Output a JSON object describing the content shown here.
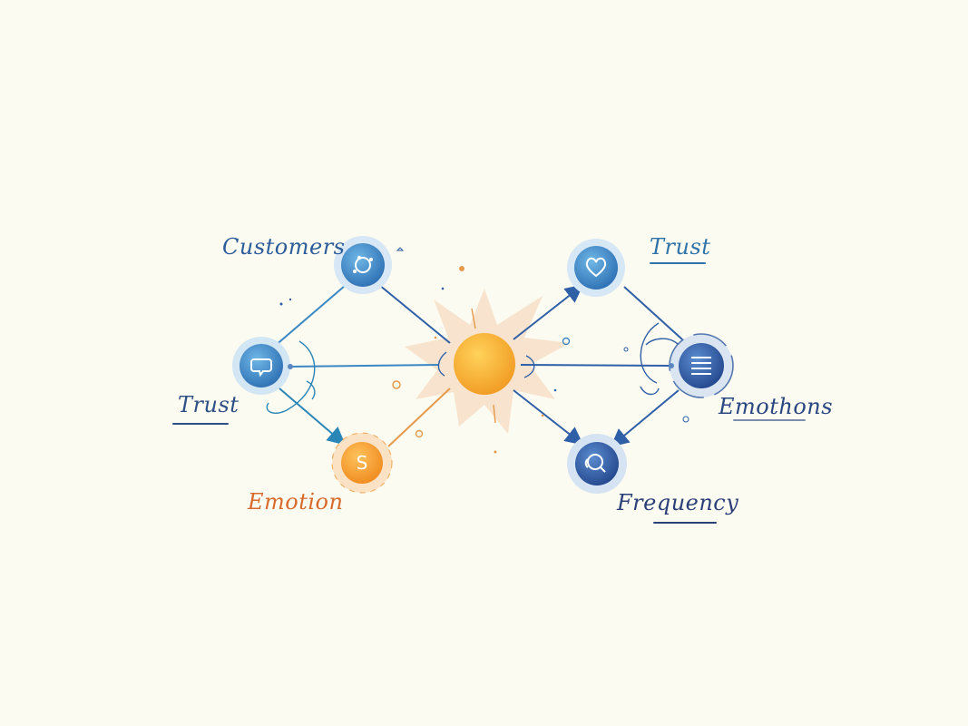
{
  "diagram": {
    "labels": {
      "customers": "Customers",
      "trust_left": "Trust",
      "emotion": "Emotion",
      "trust_right": "Trust",
      "emothons": "Emothons",
      "frequency": "Frequency"
    },
    "nodes": [
      {
        "id": "customers",
        "icon": "target-icon",
        "color": "#3a76b8"
      },
      {
        "id": "trust-left",
        "icon": "chat-bubble-icon",
        "color": "#3a8fcc"
      },
      {
        "id": "emotion",
        "icon": "dollar-icon",
        "color": "#f09b2e"
      },
      {
        "id": "center",
        "icon": "sun-burst",
        "color": "#f5b23a"
      },
      {
        "id": "trust-right",
        "icon": "heart-icon",
        "color": "#3f8fd0"
      },
      {
        "id": "emothons",
        "icon": "list-icon",
        "color": "#2f5a9e"
      },
      {
        "id": "frequency",
        "icon": "search-chat-icon",
        "color": "#2f5fa6"
      }
    ],
    "icon_glyphs": {
      "dollar": "S"
    }
  }
}
